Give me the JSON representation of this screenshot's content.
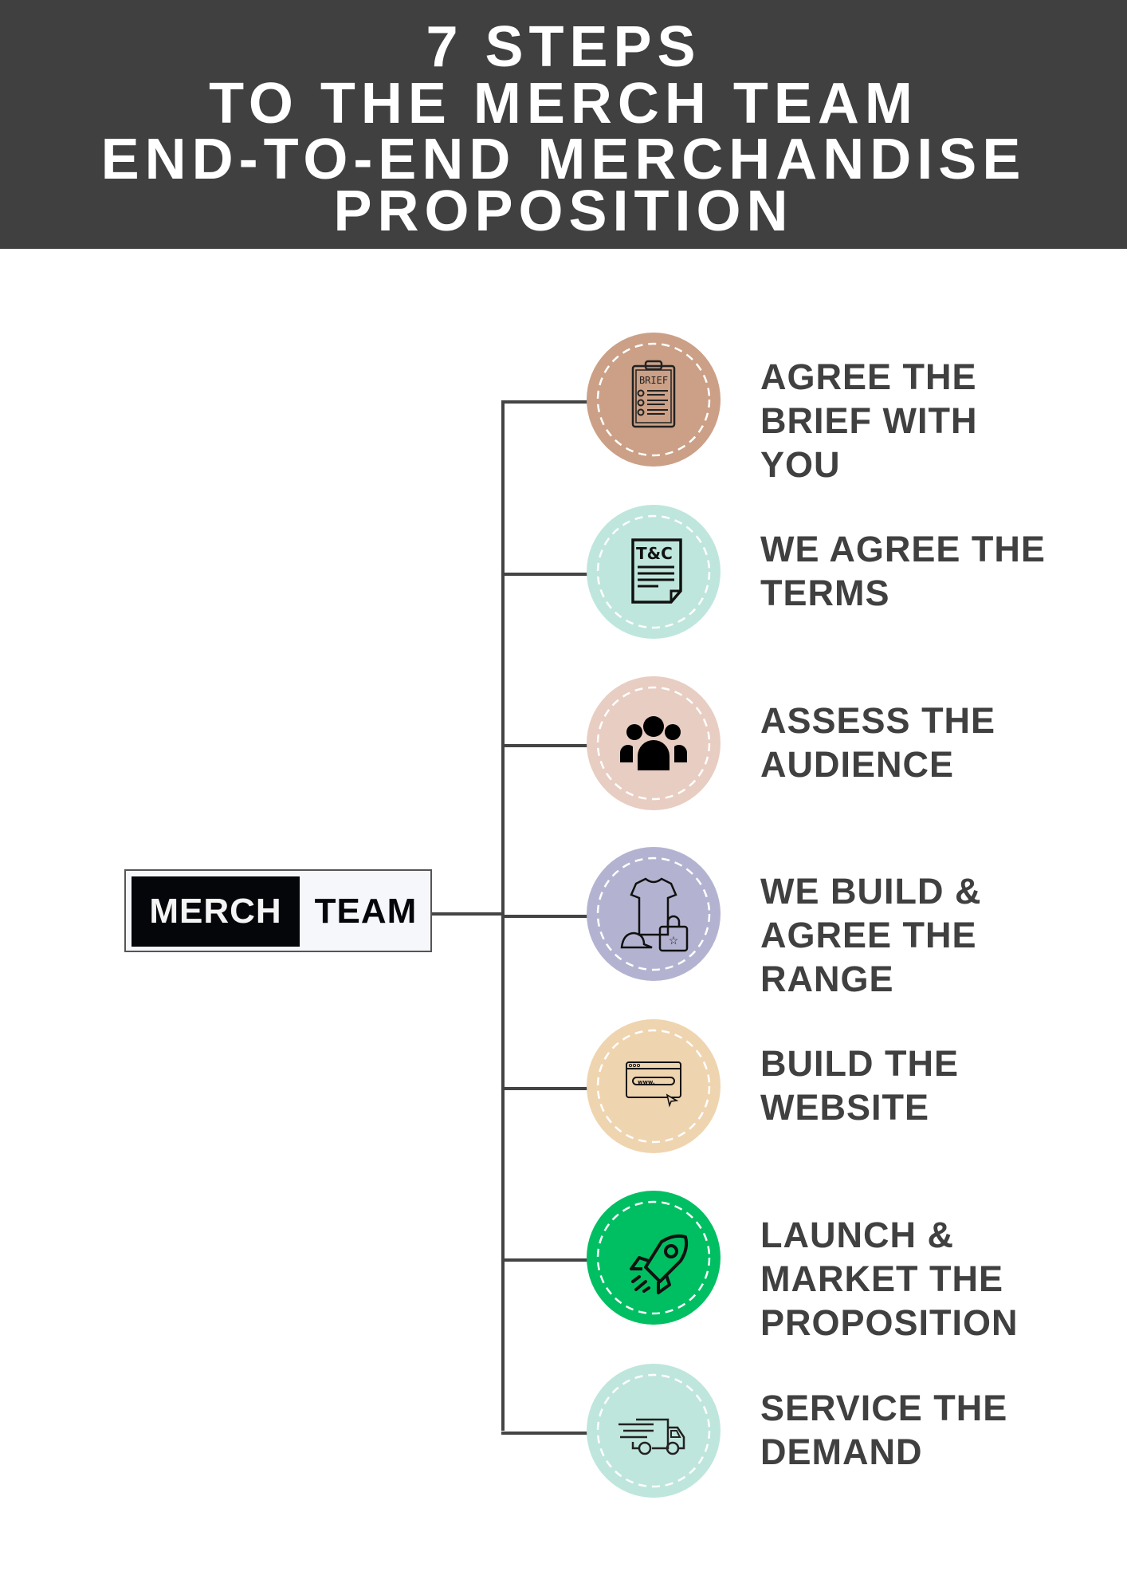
{
  "header": {
    "lines": [
      "7 STEPS",
      "TO THE MERCH TEAM",
      "END-TO-END MERCHANDISE",
      "PROPOSITION"
    ],
    "background": "#404040"
  },
  "logo": {
    "part1": "MERCH",
    "part2": "TEAM"
  },
  "colors": {
    "text": "#404040",
    "connector": "#444444"
  },
  "steps": [
    {
      "lines": [
        "AGREE THE",
        "BRIEF WITH",
        "YOU"
      ],
      "icon": "clipboard-brief-icon",
      "icon_text": "BRIEF",
      "color": "#cba086"
    },
    {
      "lines": [
        "WE AGREE THE",
        "TERMS"
      ],
      "icon": "terms-document-icon",
      "icon_text": "T&C",
      "color": "#bfe6dc"
    },
    {
      "lines": [
        "ASSESS THE",
        "AUDIENCE"
      ],
      "icon": "audience-group-icon",
      "color": "#e8cdc2"
    },
    {
      "lines": [
        "WE BUILD &",
        "AGREE THE",
        "RANGE"
      ],
      "icon": "merchandise-range-icon",
      "color": "#b3b3d1"
    },
    {
      "lines": [
        "BUILD THE",
        "WEBSITE"
      ],
      "icon": "website-browser-icon",
      "icon_text": "www.",
      "color": "#efd4b0"
    },
    {
      "lines": [
        "LAUNCH &",
        "MARKET THE",
        "PROPOSITION"
      ],
      "icon": "rocket-icon",
      "color": "#00bf62"
    },
    {
      "lines": [
        "SERVICE THE",
        "DEMAND"
      ],
      "icon": "delivery-truck-icon",
      "color": "#bfe6dc"
    }
  ]
}
